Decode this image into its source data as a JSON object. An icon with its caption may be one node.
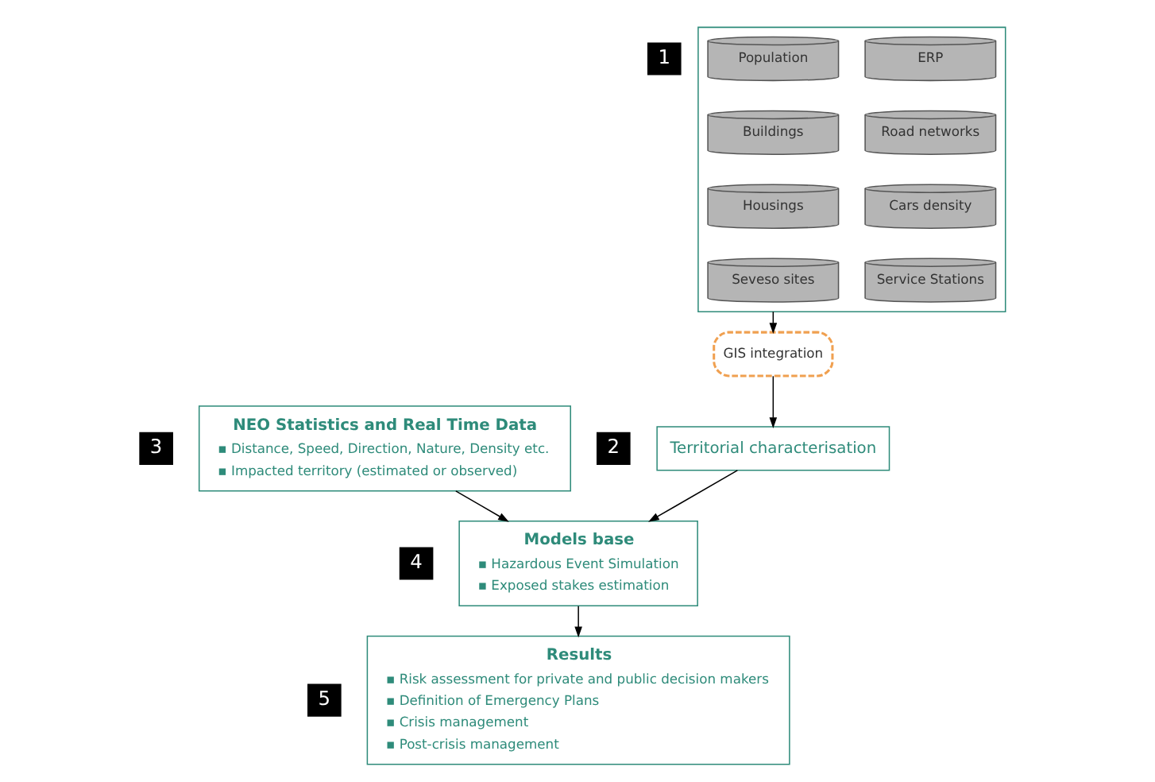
{
  "diagram": {
    "nodes": [
      {
        "text": [
          "1"
        ]
      },
      {
        "text": [],
        "shape": "box"
      },
      {
        "text": [
          "Population"
        ],
        "in": 1
      },
      {
        "text": [
          "ERP"
        ],
        "in": 1
      },
      {
        "text": [
          "Buildings"
        ],
        "in": 1
      },
      {
        "text": [
          "Road networks"
        ],
        "in": 1
      },
      {
        "text": [
          "Housings"
        ],
        "in": 1
      },
      {
        "text": [
          "Cars density"
        ],
        "in": 1
      },
      {
        "text": [
          "Seveso sites"
        ],
        "in": 1
      },
      {
        "text": [
          "Service Stations"
        ],
        "in": 1
      },
      {
        "text": [
          "GIS integration"
        ]
      },
      {
        "text": [
          "2"
        ]
      },
      {
        "text": [
          "Territorial characterisation"
        ]
      },
      {
        "text": [
          "3"
        ]
      },
      {
        "text": [
          "NEO Statistics and Real Time Data",
          "▪ Distance, Speed, Direction, Nature, Density etc.",
          "▪ Impacted territory (estimated or observed)"
        ]
      },
      {
        "text": [
          "4"
        ]
      },
      {
        "text": [
          "Models base",
          "▪ Hazardous Event Simulation",
          "▪ Exposed stakes estimation"
        ]
      },
      {
        "text": [
          "5"
        ]
      },
      {
        "text": [
          "Results",
          "▪ Risk assessment for private and public decision makers",
          "▪ Definition of Emergency Plans",
          "▪ Crisis management",
          "▪ Post-crisis management"
        ]
      }
    ],
    "edges": [
      {
        "from": 1,
        "to": 10,
        "arrow": "to"
      },
      {
        "from": 10,
        "to": 12,
        "arrow": "to"
      },
      {
        "from": 12,
        "to": 16,
        "arrow": "to"
      },
      {
        "from": 14,
        "to": 16,
        "arrow": "to"
      },
      {
        "from": 16,
        "to": 18,
        "arrow": "to"
      }
    ]
  }
}
